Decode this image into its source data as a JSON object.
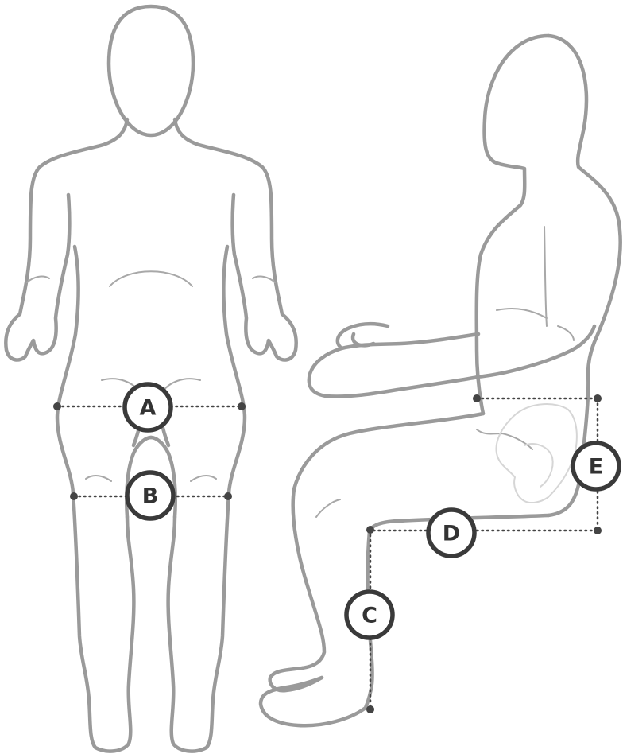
{
  "diagram": {
    "measurements": [
      {
        "id": "A",
        "label": "A"
      },
      {
        "id": "B",
        "label": "B"
      },
      {
        "id": "C",
        "label": "C"
      },
      {
        "id": "D",
        "label": "D"
      },
      {
        "id": "E",
        "label": "E"
      }
    ],
    "colors": {
      "outline": "#9a9a9a",
      "measure": "#444444",
      "badge_stroke": "#3a3a3a",
      "badge_text": "#333333"
    }
  }
}
